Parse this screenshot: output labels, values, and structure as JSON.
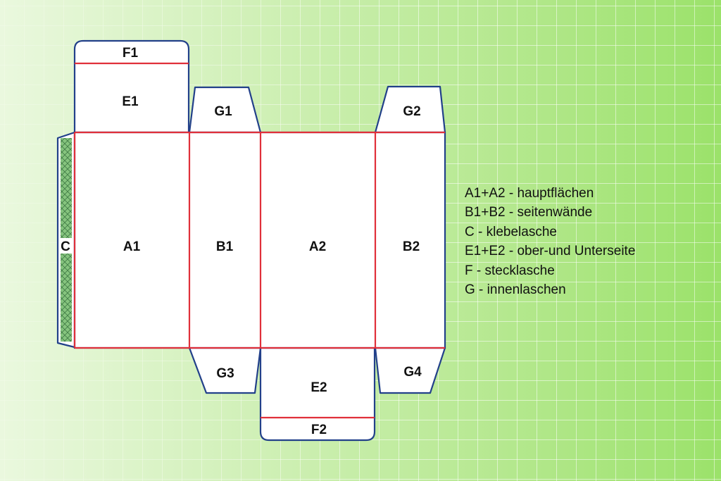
{
  "panels": {
    "A1": "A1",
    "A2": "A2",
    "B1": "B1",
    "B2": "B2",
    "C": "C",
    "E1": "E1",
    "E2": "E2",
    "F1": "F1",
    "F2": "F2",
    "G1": "G1",
    "G2": "G2",
    "G3": "G3",
    "G4": "G4"
  },
  "legend": [
    "A1+A2 - hauptflächen",
    "B1+B2 - seitenwände",
    "C - klebelasche",
    "E1+E2 - ober-und Unterseite",
    "F - stecklasche",
    "G - innenlaschen"
  ],
  "colors": {
    "cut_line": "#22408a",
    "fold_line": "#e0303a",
    "glue_fill": "#7fc07a",
    "panel_fill": "#ffffff"
  }
}
